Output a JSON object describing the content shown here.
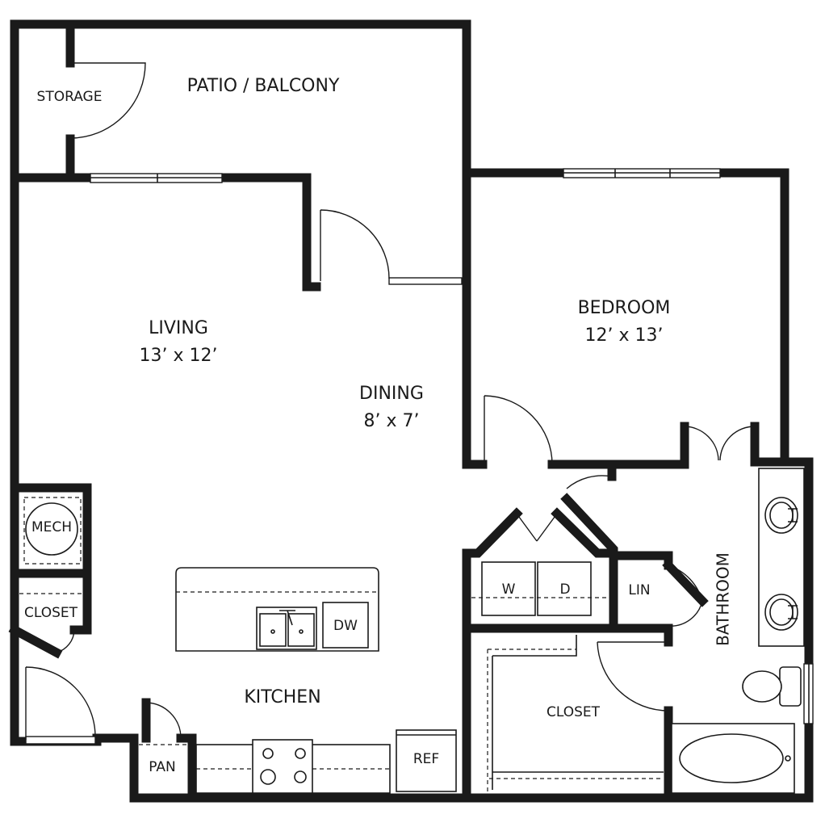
{
  "rooms": {
    "storage": "STORAGE",
    "patio": "PATIO / BALCONY",
    "living": "LIVING",
    "living_size": "13’ x 12’",
    "dining": "DINING",
    "dining_size": "8’ x 7’",
    "bedroom": "BEDROOM",
    "bedroom_size": "12’ x 13’",
    "mech": "MECH",
    "closet_left": "CLOSET",
    "kitchen": "KITCHEN",
    "pantry": "PAN",
    "refrigerator": "REF",
    "dishwasher": "DW",
    "washer": "W",
    "dryer": "D",
    "linen": "LIN",
    "bathroom": "BATHROOM",
    "walk_in_closet": "CLOSET"
  },
  "colors": {
    "wall": "#1a1a1a",
    "background": "#ffffff"
  }
}
